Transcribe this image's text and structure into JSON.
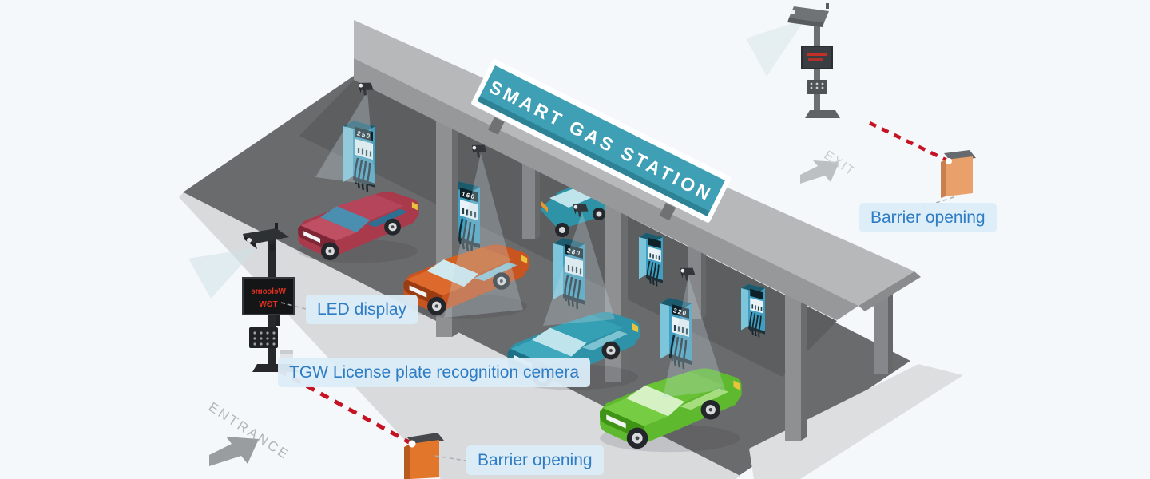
{
  "sign": {
    "text": "SMART GAS STATION"
  },
  "callouts": {
    "led_display": "LED display",
    "tgw_camera": "TGW License plate recognition cemera",
    "barrier_entrance": "Barrier opening",
    "barrier_exit": "Barrier opening"
  },
  "wayfinding": {
    "entrance": "ENTRANCE",
    "exit": "EXIT"
  },
  "pumps": {
    "displays": [
      "250",
      "160",
      "280",
      "320"
    ]
  },
  "led_panel": {
    "line1": "Welcome",
    "line2": "TGW"
  },
  "colors": {
    "background": "#f5f8fa",
    "sign_teal": "#3e9fb5",
    "label_bg": "#dcedf8",
    "label_text": "#2d7cc4",
    "barrier_arm_red": "#c51323",
    "barrier_cabinet_orange": "#e2762b",
    "pump_blue": "#46a3c4",
    "ground_gray": "#6a6b6d",
    "car_red": "#a93a4c",
    "car_orange": "#c85420",
    "car_teal": "#2e92a8",
    "car_green": "#5eb92e"
  }
}
